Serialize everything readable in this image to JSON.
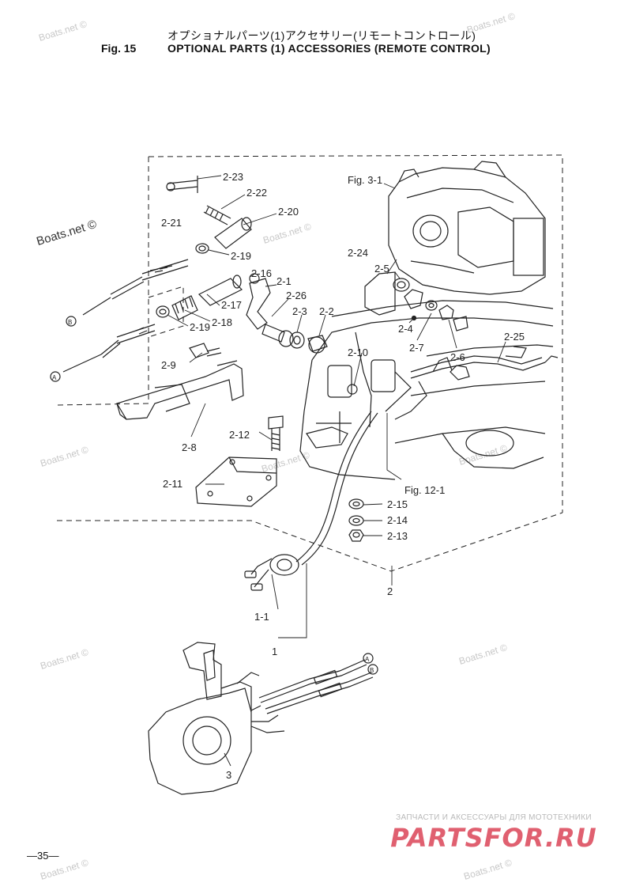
{
  "header": {
    "japanese_title": "オプショナルパーツ(1)アクセサリー(リモートコントロール)",
    "figure_number": "Fig. 15",
    "title": "OPTIONAL PARTS (1) ACCESSORIES (REMOTE CONTROL)"
  },
  "part_labels": {
    "p2_23": "2-23",
    "p2_22": "2-22",
    "p2_21": "2-21",
    "p2_20": "2-20",
    "p2_19a": "2-19",
    "p2_16": "2-16",
    "p2_1": "2-1",
    "p2_26": "2-26",
    "p2_17": "2-17",
    "p2_18": "2-18",
    "p2_19b": "2-19",
    "p2_3": "2-3",
    "p2_2": "2-2",
    "p2_9": "2-9",
    "p2_8": "2-8",
    "p2_12": "2-12",
    "p2_11": "2-11",
    "p2_24": "2-24",
    "p2_5": "2-5",
    "p2_4": "2-4",
    "p2_7": "2-7",
    "p2_6": "2-6",
    "p2_10": "2-10",
    "p2_25": "2-25",
    "p2_15": "2-15",
    "p2_14": "2-14",
    "p2_13": "2-13",
    "p2": "2",
    "p1_1": "1-1",
    "p1": "1",
    "p3": "3"
  },
  "references": {
    "fig3_1": "Fig. 3-1",
    "fig12_1": "Fig. 12-1"
  },
  "cable_markers": {
    "a": "A",
    "b": "B"
  },
  "page_number": "—35—",
  "watermarks": {
    "text": "Boats.net ©"
  },
  "brand": {
    "tagline": "ЗАПЧАСТИ И АКСЕССУАРЫ ДЛЯ МОТОТЕХНИКИ",
    "name": "PARTSFOR.RU"
  },
  "colors": {
    "line": "#222222",
    "watermark": "#c8c8c8",
    "brand": "#e06070"
  }
}
